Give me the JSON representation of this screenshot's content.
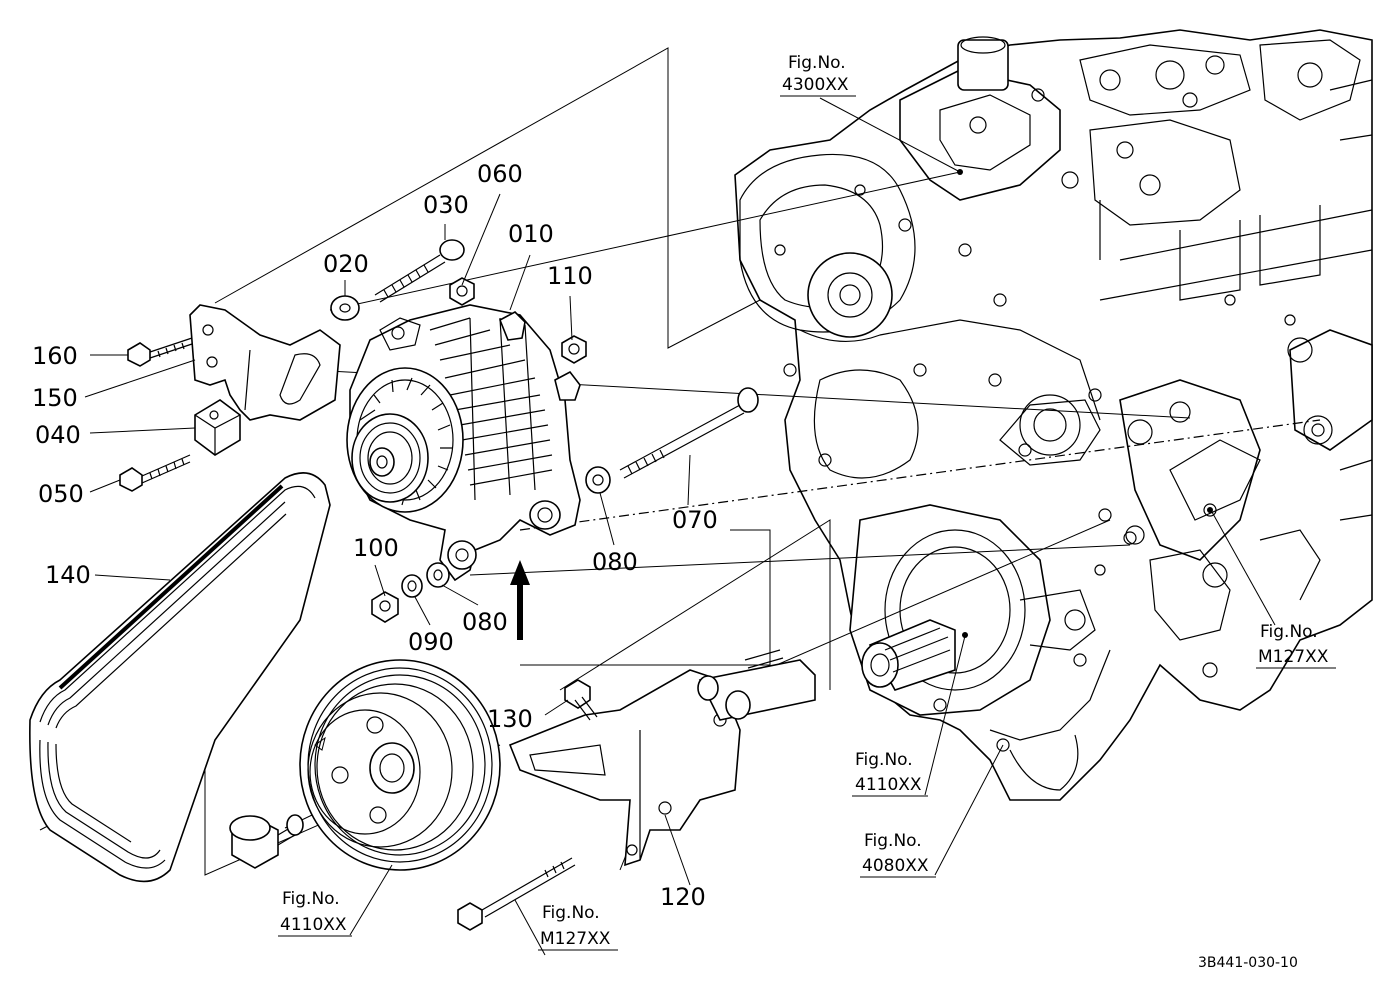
{
  "callouts": {
    "c010": "010",
    "c020": "020",
    "c030": "030",
    "c040": "040",
    "c050": "050",
    "c060": "060",
    "c070": "070",
    "c080a": "080",
    "c080b": "080",
    "c090": "090",
    "c100": "100",
    "c110": "110",
    "c120": "120",
    "c130": "130",
    "c140": "140",
    "c150": "150",
    "c160": "160"
  },
  "figrefs": {
    "head": "Fig.No.",
    "f4300": "4300XX",
    "fM127a": "M127XX",
    "f4110a": "4110XX",
    "f4080": "4080XX",
    "f4110b": "4110XX",
    "fM127b": "M127XX"
  },
  "drawing_code": "3B441-030-10"
}
